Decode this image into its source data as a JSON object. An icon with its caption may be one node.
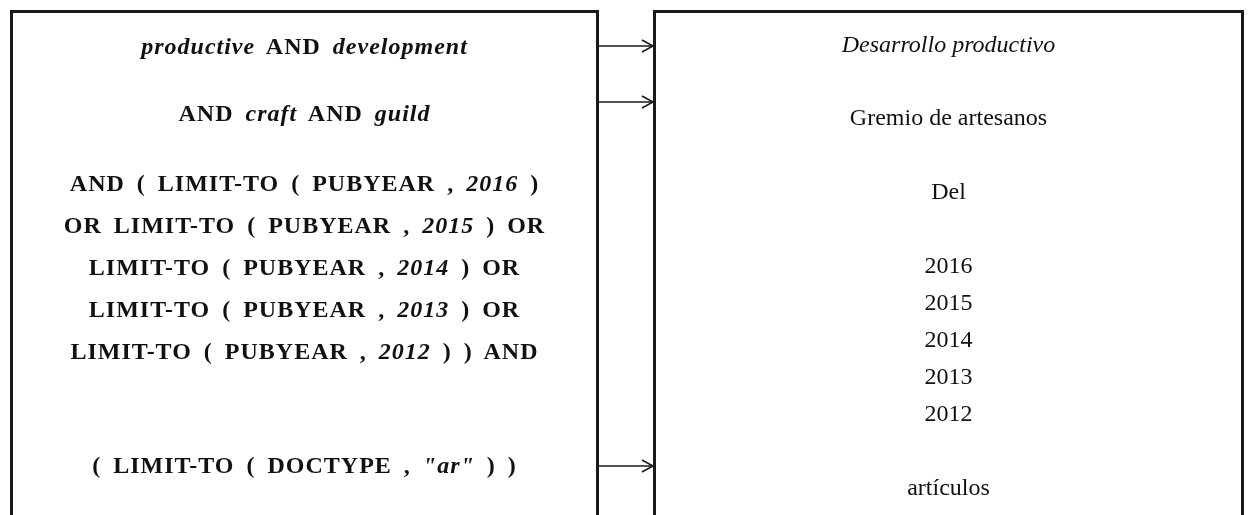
{
  "diagram": {
    "nodes": [
      {
        "text": [],
        "shape": "box"
      },
      {
        "text": [
          "*productive* AND *development*"
        ],
        "in": 0
      },
      {
        "text": [
          "AND *craft* AND *guild*"
        ],
        "in": 0
      },
      {
        "text": [
          "AND ( LIMIT-TO ( PUBYEAR , *2016* ) OR LIMIT-TO ( PUBYEAR , *2015* ) OR LIMIT-TO ( PUBYEAR , *2014* ) OR LIMIT-TO ( PUBYEAR , *2013* ) OR LIMIT-TO ( PUBYEAR , *2012* ) ) AND"
        ],
        "in": 0
      },
      {
        "text": [
          "( LIMIT-TO ( DOCTYPE , *\"ar\"* ) )"
        ],
        "in": 0
      },
      {
        "text": [],
        "shape": "box"
      },
      {
        "text": [
          "*Desarrollo productivo*"
        ],
        "in": 5
      },
      {
        "text": [
          "Gremio de artesanos"
        ],
        "in": 5
      },
      {
        "text": [
          "Del"
        ],
        "in": 5
      },
      {
        "text": [
          "2016",
          "2015",
          "2014",
          "2013",
          "2012"
        ],
        "in": 5
      },
      {
        "text": [
          "artículos"
        ],
        "in": 5
      }
    ],
    "edges": [
      {
        "from": 0,
        "to": 5,
        "arrow": "to"
      },
      {
        "from": 0,
        "to": 5,
        "arrow": "to"
      },
      {
        "from": 0,
        "to": 5,
        "arrow": "to"
      }
    ]
  }
}
